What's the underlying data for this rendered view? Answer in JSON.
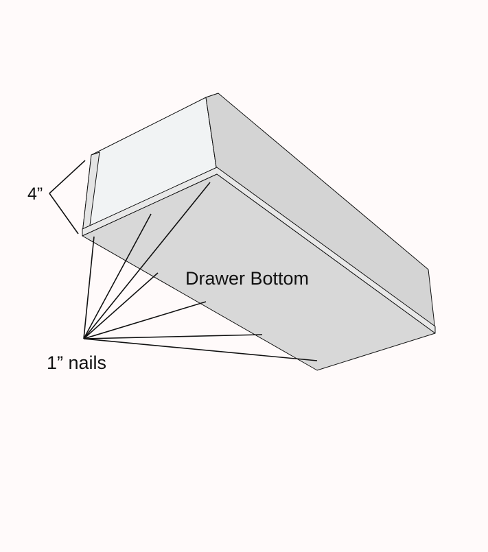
{
  "labels": {
    "height_dimension": "4”",
    "part_name": "Drawer Bottom",
    "fastener": "1” nails"
  },
  "colors": {
    "background": "#fffafa",
    "face_light": "#f1f3f4",
    "face_mid": "#d8d8d8",
    "face_dark": "#cfcfcf",
    "edge_strip": "#e2e2e2",
    "line": "#111111"
  }
}
